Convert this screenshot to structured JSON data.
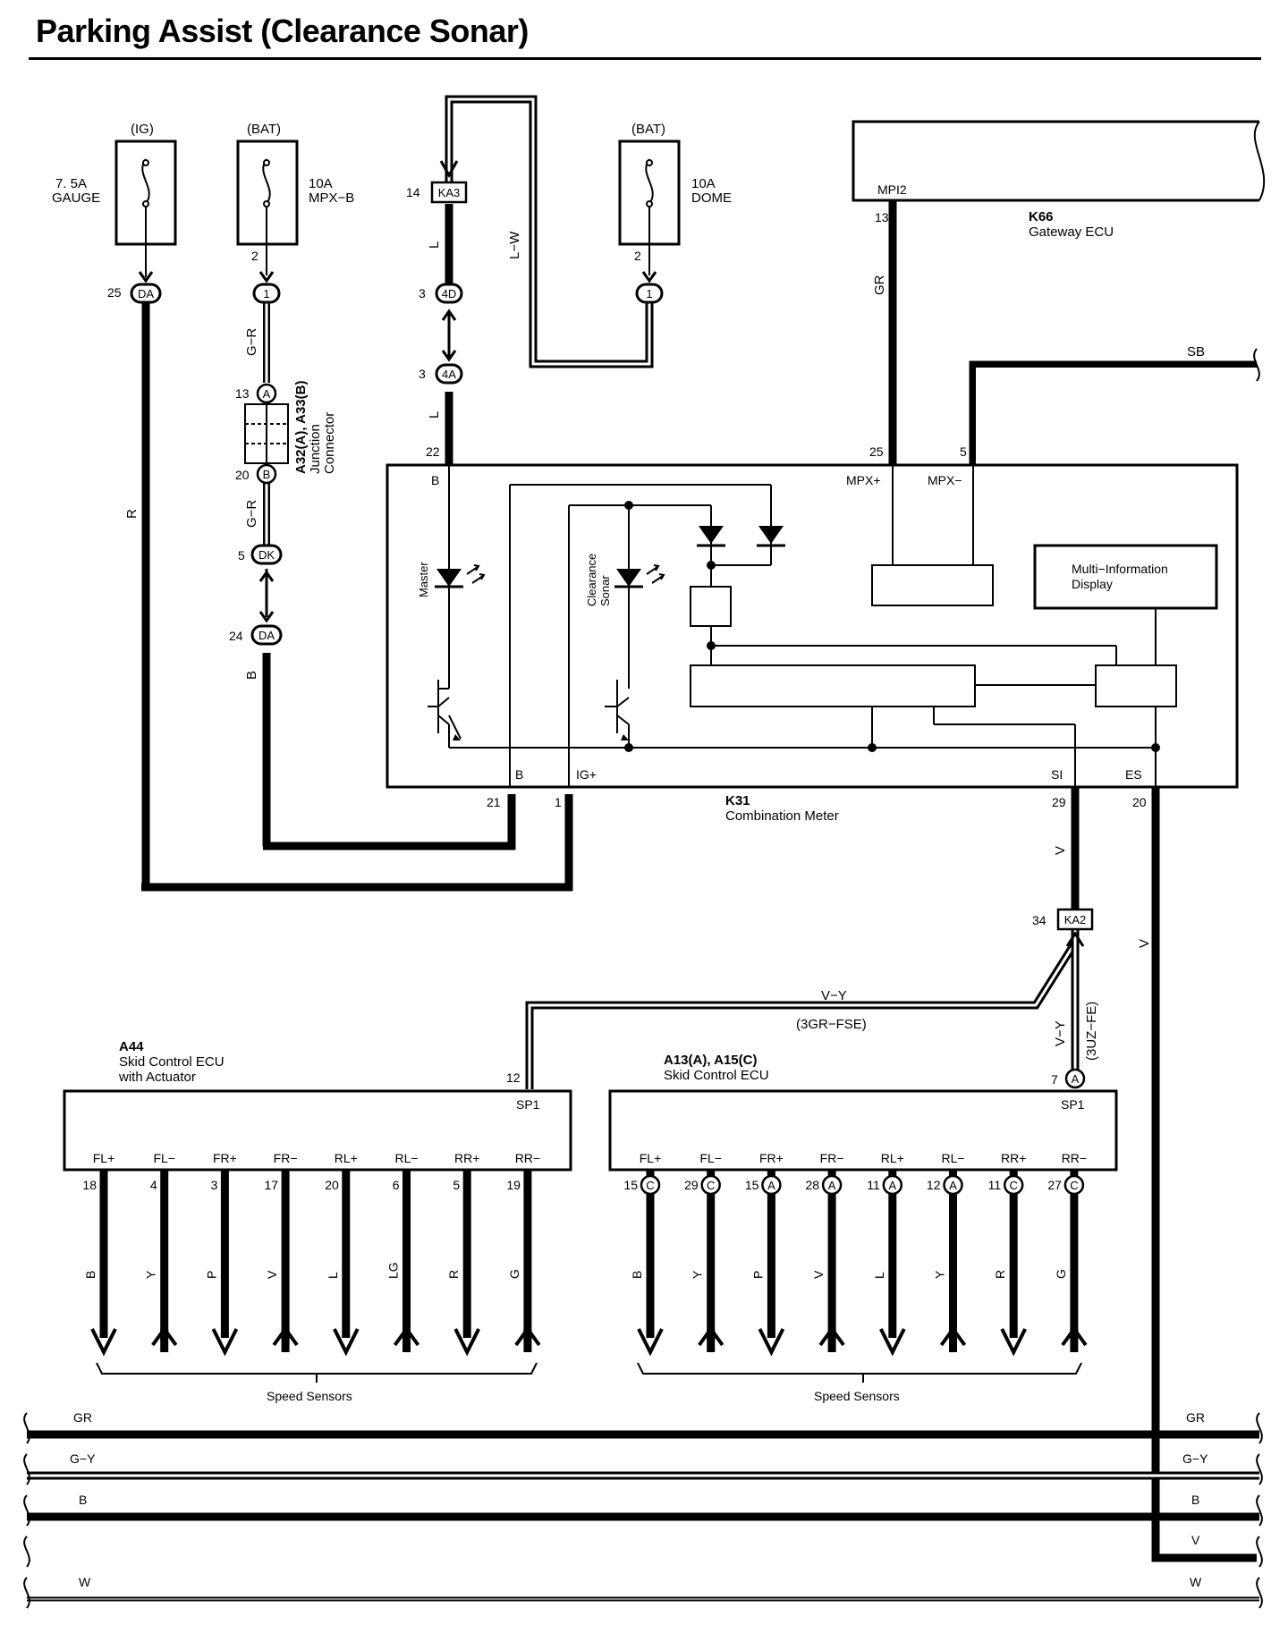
{
  "title": "Parking Assist (Clearance Sonar)",
  "fuses": [
    {
      "supply": "(IG)",
      "rating": "7. 5A",
      "name": "GAUGE"
    },
    {
      "supply": "(BAT)",
      "rating": "10A",
      "name": "MPX−B"
    },
    {
      "supply": "(BAT)",
      "rating": "10A",
      "name": "DOME"
    }
  ],
  "connectors": {
    "da_top": "DA",
    "c1_a": "1",
    "c1_b": "1",
    "ka3": "KA3",
    "c4d": "4D",
    "c4a": "4A",
    "jA": "A",
    "jB": "B",
    "dk": "DK",
    "da_bot": "DA",
    "ka2": "KA2",
    "a_ecu": "A"
  },
  "pins": {
    "p25": "25",
    "p2a": "2",
    "p2b": "2",
    "p14": "14",
    "p3a": "3",
    "p3b": "3",
    "p22": "22",
    "p13a": "13",
    "p20a": "20",
    "p5a": "5",
    "p24": "24",
    "p13b": "13",
    "p25b": "25",
    "p5b": "5",
    "p21": "21",
    "p1": "1",
    "p29": "29",
    "p20b": "20",
    "p34": "34",
    "p12": "12",
    "p7": "7"
  },
  "wires": {
    "r": "R",
    "gr1": "G−R",
    "gr2": "G−R",
    "b1": "B",
    "l1": "L",
    "l2": "L",
    "lw": "L−W",
    "gr_gw": "GR",
    "sb": "SB",
    "v1": "V",
    "v2": "V",
    "vy1": "V−Y",
    "vy2": "V−Y",
    "gfse": "(3GR−FSE)",
    "uzfe": "(3UZ−FE)"
  },
  "junction": {
    "line1": "A32(A), A33(B)",
    "line2": "Junction",
    "line3": "Connector"
  },
  "gateway": {
    "pin": "MPI2",
    "id": "K66",
    "name": "Gateway ECU"
  },
  "meter": {
    "id": "K31",
    "name": "Combination Meter",
    "terms": {
      "b_top": "B",
      "mpxp": "MPX+",
      "mpxm": "MPX−",
      "b_bot": "B",
      "ig": "IG+",
      "si": "SI",
      "es": "ES"
    },
    "master": "Master",
    "cs1": "Clearance",
    "cs2": "Sonar",
    "mid1": "Multi−Information",
    "mid2": "Display"
  },
  "ecu_a44": {
    "id": "A44",
    "l1": "Skid Control ECU",
    "l2": "with Actuator",
    "sp": "SP1",
    "terms": [
      "FL+",
      "FL−",
      "FR+",
      "FR−",
      "RL+",
      "RL−",
      "RR+",
      "RR−"
    ],
    "pins": [
      "18",
      "4",
      "3",
      "17",
      "20",
      "6",
      "5",
      "19"
    ],
    "colors": [
      "B",
      "Y",
      "P",
      "V",
      "L",
      "LG",
      "R",
      "G"
    ],
    "sensors": "Speed Sensors"
  },
  "ecu_a13": {
    "id": "A13(A), A15(C)",
    "l1": "Skid Control ECU",
    "sp": "SP1",
    "terms": [
      "FL+",
      "FL−",
      "FR+",
      "FR−",
      "RL+",
      "RL−",
      "RR+",
      "RR−"
    ],
    "pins": [
      "15",
      "29",
      "15",
      "28",
      "11",
      "12",
      "11",
      "27"
    ],
    "conns": [
      "C",
      "C",
      "A",
      "A",
      "A",
      "A",
      "C",
      "C"
    ],
    "colors": [
      "B",
      "Y",
      "P",
      "V",
      "L",
      "Y",
      "R",
      "G"
    ],
    "sensors": "Speed Sensors"
  },
  "bus": [
    {
      "left": "GR",
      "right": "GR"
    },
    {
      "left": "G−Y",
      "right": "G−Y"
    },
    {
      "left": "B",
      "right": "B"
    },
    {
      "left": "",
      "right": "V"
    },
    {
      "left": "W",
      "right": "W"
    }
  ]
}
